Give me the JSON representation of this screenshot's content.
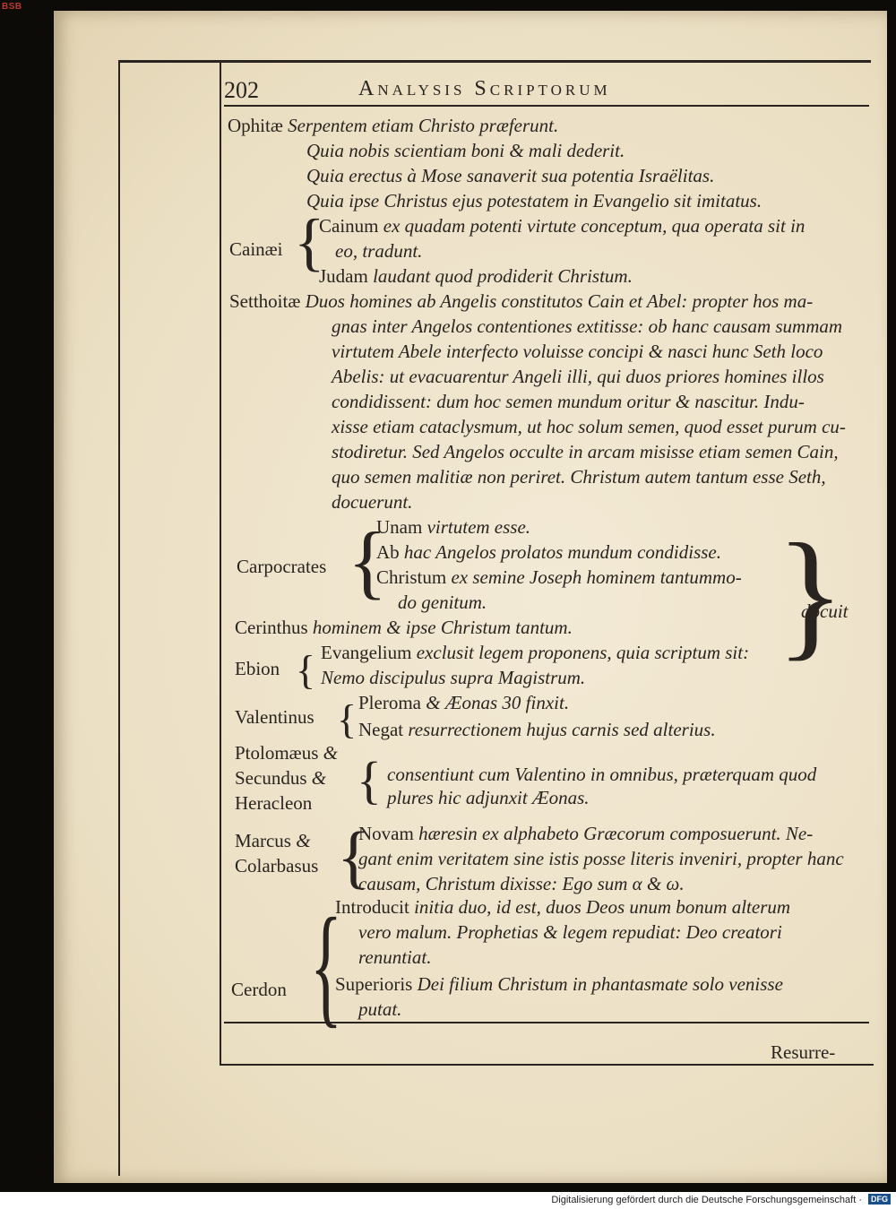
{
  "logo": "BSB",
  "header": {
    "page_number": "202",
    "title": "Analysis Scriptorum"
  },
  "lines": [
    {
      "id": "l1",
      "roman": "Ophitæ",
      "italic": "Serpentem etiam Christo præferunt."
    },
    {
      "id": "l2",
      "roman": "",
      "italic": "Quia nobis scientiam boni & mali dederit."
    },
    {
      "id": "l3",
      "roman": "",
      "italic": "Quia erectus à Mose sanaverit sua potentia Israëlitas."
    },
    {
      "id": "l4",
      "roman": "",
      "italic": "Quia ipse Christus ejus potestatem in Evangelio sit imitatus."
    },
    {
      "id": "l5",
      "roman": "Cainum",
      "italic": "ex quadam potenti virtute conceptum, qua operata sit in"
    },
    {
      "id": "l6",
      "roman": "Cainæi",
      "italic": ""
    },
    {
      "id": "l7",
      "roman": "",
      "italic": "eo, tradunt."
    },
    {
      "id": "l8",
      "roman": "Judam",
      "italic": "laudant quod prodiderit Christum."
    },
    {
      "id": "l9",
      "roman": "Setthoitæ",
      "italic": "Duos homines ab Angelis constitutos Cain et Abel: propter hos ma-"
    },
    {
      "id": "l10",
      "roman": "",
      "italic": "gnas inter Angelos contentiones extitisse: ob hanc causam summam"
    },
    {
      "id": "l11",
      "roman": "",
      "italic": "virtutem Abele interfecto voluisse concipi & nasci hunc Seth loco"
    },
    {
      "id": "l12",
      "roman": "",
      "italic": "Abelis: ut evacuarentur Angeli illi, qui duos priores homines illos"
    },
    {
      "id": "l13",
      "roman": "",
      "italic": "condidissent: dum hoc semen mundum oritur & nascitur. Indu-"
    },
    {
      "id": "l14",
      "roman": "",
      "italic": "xisse etiam cataclysmum, ut hoc solum semen, quod esset purum cu-"
    },
    {
      "id": "l15",
      "roman": "",
      "italic": "stodiretur. Sed Angelos occulte in arcam misisse etiam semen Cain,"
    },
    {
      "id": "l16",
      "roman": "",
      "italic": "quo semen malitiæ non periret. Christum autem tantum esse Seth,"
    },
    {
      "id": "l17",
      "roman": "",
      "italic": "docuerunt."
    },
    {
      "id": "l18",
      "roman": "Unam",
      "italic": "virtutem esse."
    },
    {
      "id": "l19",
      "roman": "Ab",
      "italic": "hac Angelos prolatos mundum condidisse."
    },
    {
      "id": "l20",
      "roman": "Carpocrates",
      "italic": ""
    },
    {
      "id": "l21",
      "roman": "Christum",
      "italic": "ex semine Joseph hominem tantummo-"
    },
    {
      "id": "l22",
      "roman": "",
      "italic": "do genitum."
    },
    {
      "id": "l23",
      "roman": "",
      "italic": "docuit"
    },
    {
      "id": "l24",
      "roman": "Cerinthus",
      "italic": "hominem & ipse Christum tantum."
    },
    {
      "id": "l25",
      "roman": "Evangelium",
      "italic": "exclusit legem proponens, quia scriptum sit:"
    },
    {
      "id": "l26",
      "roman": "Ebion",
      "italic": ""
    },
    {
      "id": "l27",
      "roman": "",
      "italic": "Nemo discipulus supra Magistrum."
    },
    {
      "id": "l28",
      "roman": "Pleroma",
      "italic": "& Æonas 30 finxit."
    },
    {
      "id": "l29",
      "roman": "Valentinus",
      "italic": ""
    },
    {
      "id": "l30",
      "roman": "Negat",
      "italic": "resurrectionem hujus carnis sed alterius."
    },
    {
      "id": "l31",
      "roman": "Ptolomæus",
      "italic": "&"
    },
    {
      "id": "l32",
      "roman": "Secundus",
      "italic": "&"
    },
    {
      "id": "l33",
      "roman": "",
      "italic": "consentiunt cum Valentino in omnibus, præterquam quod"
    },
    {
      "id": "l34",
      "roman": "Heracleon",
      "italic": ""
    },
    {
      "id": "l35",
      "roman": "",
      "italic": "plures hic adjunxit Æonas."
    },
    {
      "id": "l36",
      "roman": "Marcus",
      "italic": "&"
    },
    {
      "id": "l37",
      "roman": "Novam",
      "italic": "hæresin ex alphabeto Græcorum composuerunt. Ne-"
    },
    {
      "id": "l38",
      "roman": "Colarbasus",
      "italic": ""
    },
    {
      "id": "l39",
      "roman": "",
      "italic": "gant enim veritatem sine istis posse literis inveniri, propter hanc"
    },
    {
      "id": "l40",
      "roman": "",
      "italic": "causam, Christum dixisse: Ego sum α & ω."
    },
    {
      "id": "l41",
      "roman": "Introducit",
      "italic": "initia duo, id est, duos Deos unum bonum alterum"
    },
    {
      "id": "l42",
      "roman": "",
      "italic": "vero malum.   Prophetias & legem repudiat: Deo creatori"
    },
    {
      "id": "l43",
      "roman": "",
      "italic": "renuntiat."
    },
    {
      "id": "l44",
      "roman": "Cerdon",
      "italic": ""
    },
    {
      "id": "l45",
      "roman": "Superioris",
      "italic": "Dei filium Christum in phantasmate solo venisse"
    },
    {
      "id": "l46",
      "roman": "",
      "italic": "putat."
    }
  ],
  "catchword": "Resurre-",
  "footer": {
    "credit": "Digitalisierung gefördert durch die Deutsche Forschungsgemeinschaft ·",
    "dfg_logo": "DFG"
  }
}
